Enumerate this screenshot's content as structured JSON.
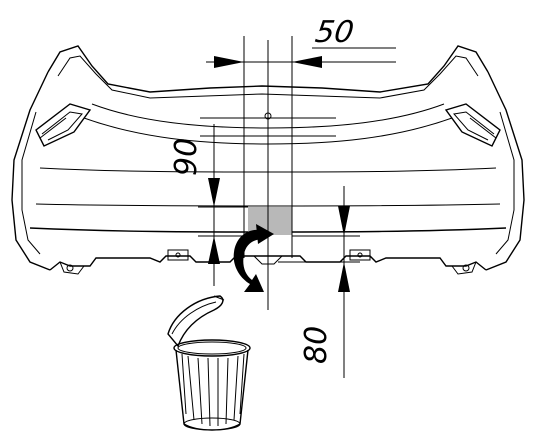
{
  "diagram": {
    "dimensions": {
      "width_offset": "50",
      "height_from_line": "90",
      "height_below": "80"
    },
    "colors": {
      "line": "#000000",
      "cutout_fill": "#b8b8b8",
      "background": "#ffffff"
    },
    "icons": {
      "rotation": "curved-arrow-icon",
      "disposal": "trash-can-icon"
    }
  }
}
